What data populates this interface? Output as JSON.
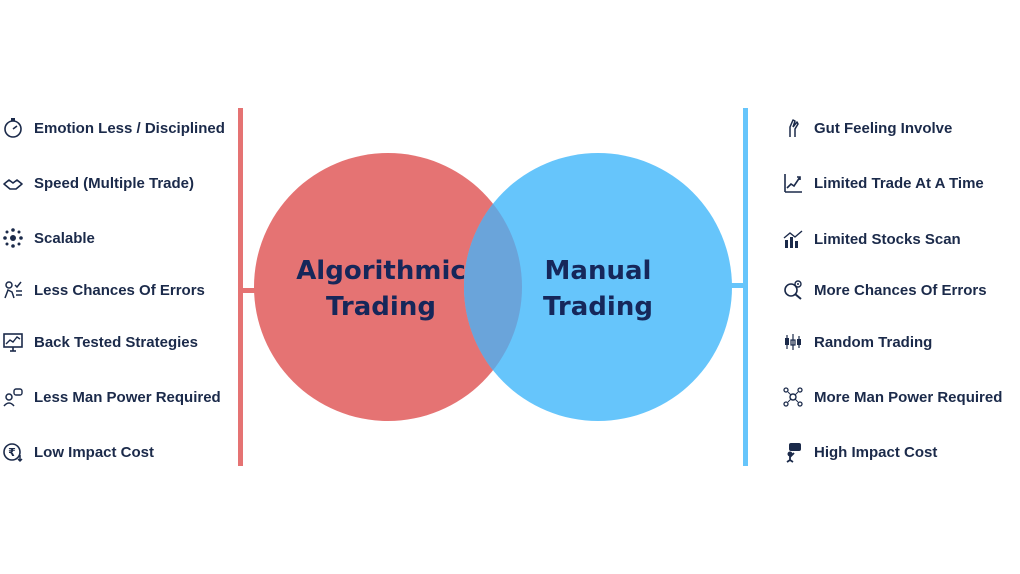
{
  "colors": {
    "left_accent": "#e57373",
    "right_accent": "#66c5fb",
    "overlap": "#6aa4da",
    "text": "#1b2a4a",
    "circle_text": "#16275a"
  },
  "left_circle": {
    "line1": "Algorithmic",
    "line2": "Trading"
  },
  "right_circle": {
    "line1": "Manual",
    "line2": "Trading"
  },
  "left_items": [
    {
      "label": "Emotion Less / Disciplined",
      "icon": "stopwatch-icon"
    },
    {
      "label": "Speed (Multiple Trade)",
      "icon": "handshake-icon"
    },
    {
      "label": "Scalable",
      "icon": "network-icon"
    },
    {
      "label": "Less Chances Of Errors",
      "icon": "checklist-icon"
    },
    {
      "label": "Back Tested Strategies",
      "icon": "monitor-chart-icon"
    },
    {
      "label": "Less Man Power Required",
      "icon": "person-chat-icon"
    },
    {
      "label": "Low Impact Cost",
      "icon": "rupee-down-icon"
    }
  ],
  "right_items": [
    {
      "label": "Gut Feeling Involve",
      "icon": "crossed-fingers-icon"
    },
    {
      "label": "Limited Trade At A Time",
      "icon": "growth-chart-icon"
    },
    {
      "label": "Limited Stocks Scan",
      "icon": "bar-trend-icon"
    },
    {
      "label": "More Chances Of Errors",
      "icon": "gear-search-icon"
    },
    {
      "label": "Random Trading",
      "icon": "candlestick-icon"
    },
    {
      "label": "More Man Power Required",
      "icon": "team-network-icon"
    },
    {
      "label": "High Impact Cost",
      "icon": "cost-burden-icon"
    }
  ]
}
